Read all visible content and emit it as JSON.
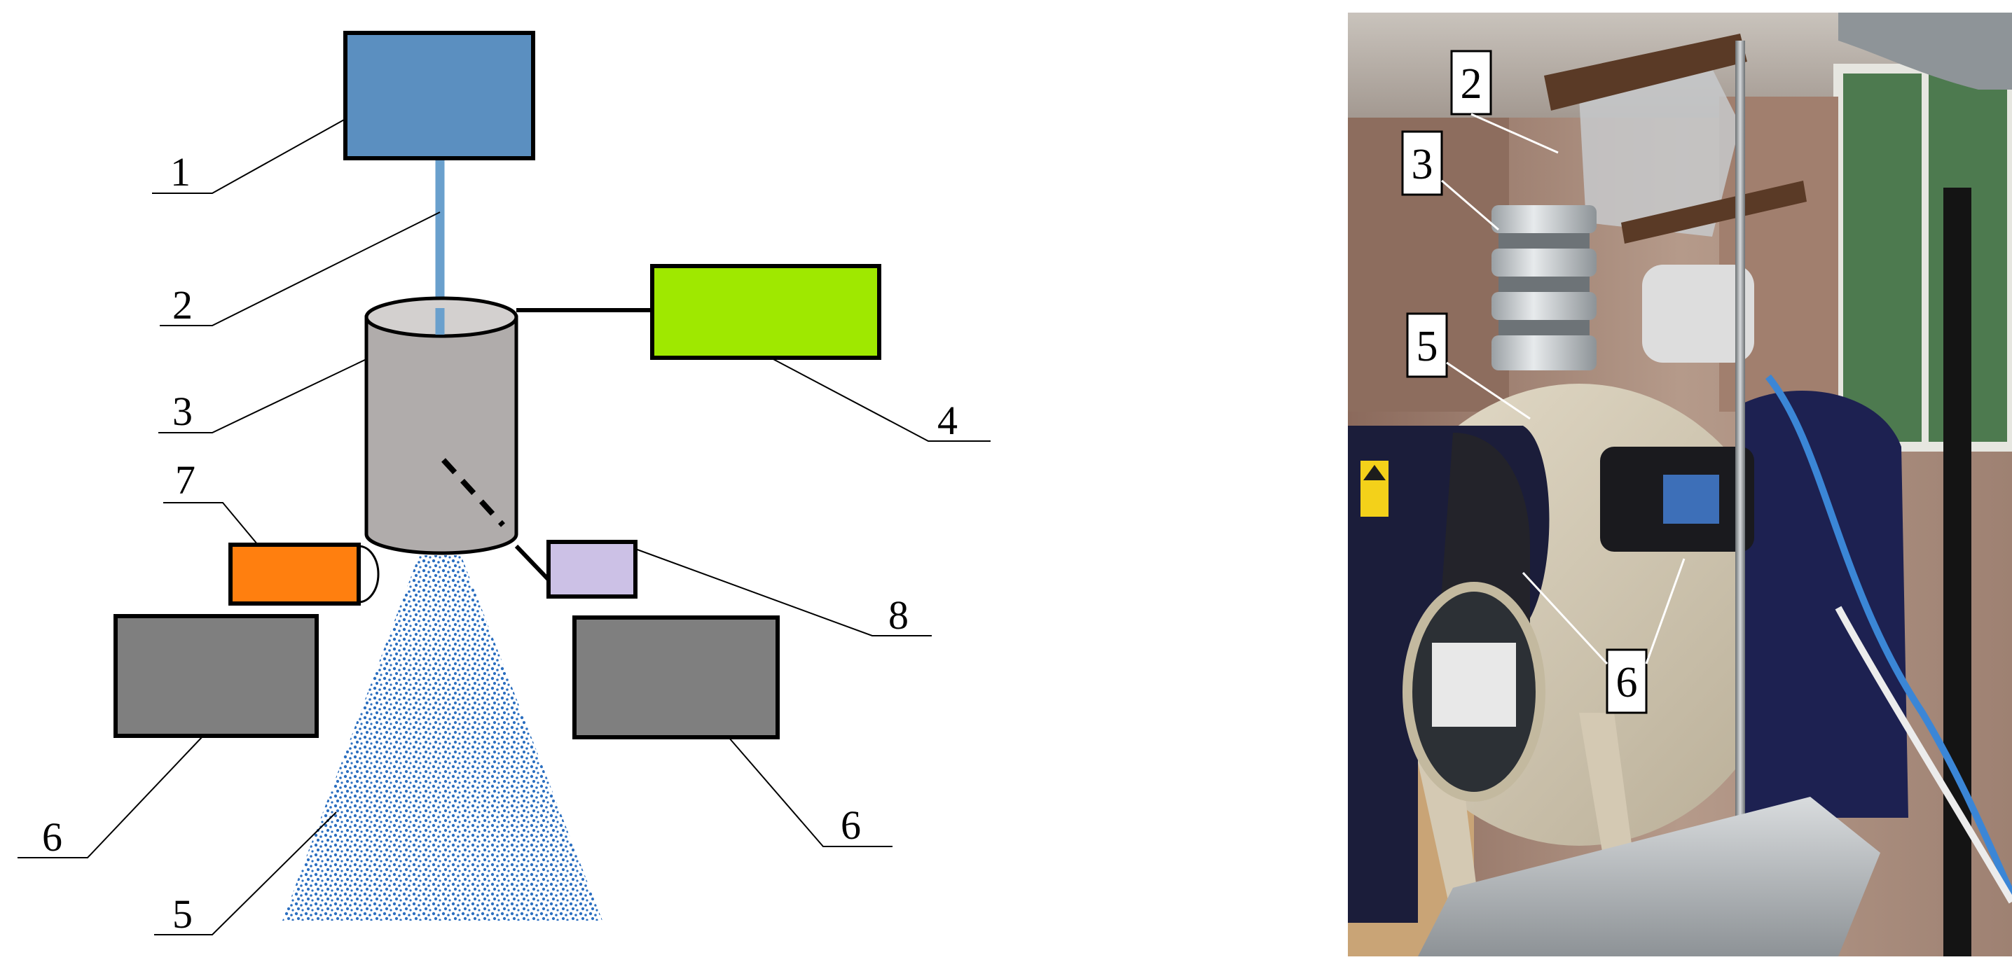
{
  "scheme": {
    "colors": {
      "box_1": "#5b8fc0",
      "tube_2": "#6aa0cd",
      "cylinder_3": "#b0acab",
      "box_4": "#9fe800",
      "spray_5": "#2c6fc0",
      "camera_6": "#7f7f7f",
      "box_7": "#ff7f0f",
      "box_8": "#ccc1e6"
    },
    "labels": {
      "l1": "1",
      "l2": "2",
      "l3": "3",
      "l4": "4",
      "l5": "5",
      "l6_left": "6",
      "l6_right": "6",
      "l7": "7",
      "l8": "8"
    }
  },
  "photo": {
    "labels": {
      "p2": "2",
      "p3": "3",
      "p5": "5",
      "p6": "6"
    }
  }
}
